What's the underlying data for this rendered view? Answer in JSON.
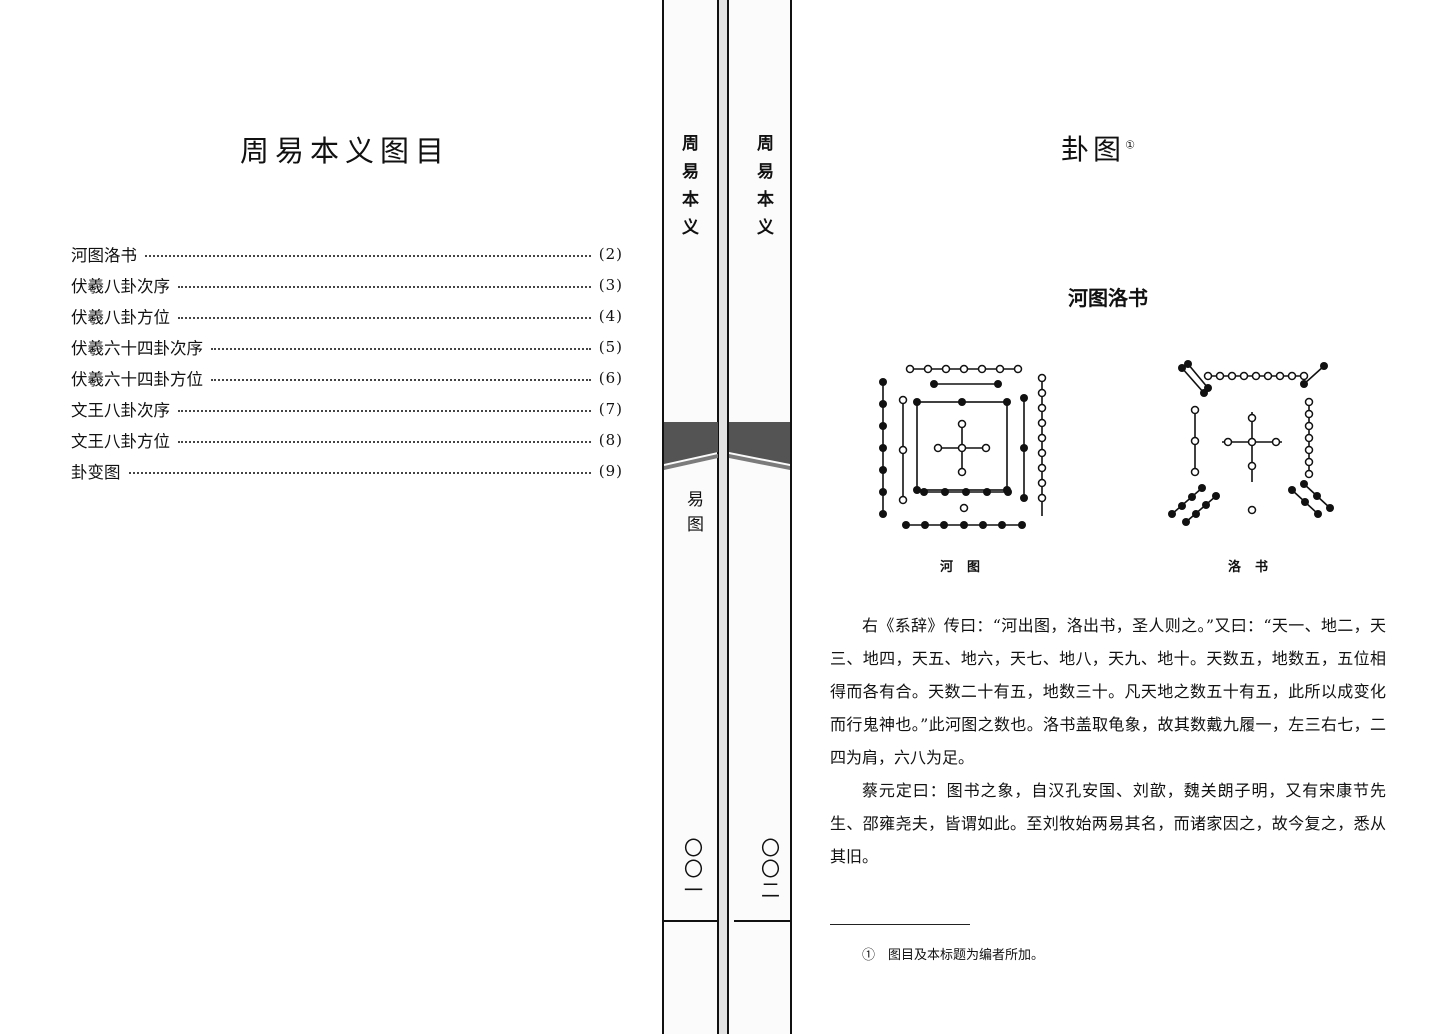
{
  "left_page": {
    "title": "周易本义图目",
    "toc": [
      {
        "title": "河图洛书",
        "page": "(2)"
      },
      {
        "title": "伏羲八卦次序",
        "page": "(3)"
      },
      {
        "title": "伏羲八卦方位",
        "page": "(4)"
      },
      {
        "title": "伏羲六十四卦次序",
        "page": "(5)"
      },
      {
        "title": "伏羲六十四卦方位",
        "page": "(6)"
      },
      {
        "title": "文王八卦次序",
        "page": "(7)"
      },
      {
        "title": "文王八卦方位",
        "page": "(8)"
      },
      {
        "title": "卦变图",
        "page": "(9)"
      }
    ]
  },
  "spine_left": {
    "book": "周易本义",
    "section": "易图",
    "page_number": "〇〇一"
  },
  "spine_right": {
    "book": "周易本义",
    "page_number": "〇〇二"
  },
  "right_page": {
    "title": "卦图",
    "title_note_mark": "①",
    "section_title": "河图洛书",
    "figure_captions": [
      "河图",
      "洛书"
    ],
    "paragraphs": [
      "右《系辞》传曰：“河出图，洛出书，圣人则之。”又曰：“天一、地二，天三、地四，天五、地六，天七、地八，天九、地十。天数五，地数五，五位相得而各有合。天数二十有五，地数三十。凡天地之数五十有五，此所以成变化而行鬼神也。”此河图之数也。洛书盖取龟象，故其数戴九履一，左三右七，二四为肩，六八为足。",
      "蔡元定曰：图书之象，自汉孔安国、刘歆，魏关朗子明，又有宋康节先生、邵雍尧夫，皆谓如此。至刘牧始两易其名，而诸家因之，故今复之，悉从其旧。"
    ],
    "footnote": "①　图目及本标题为编者所加。"
  }
}
